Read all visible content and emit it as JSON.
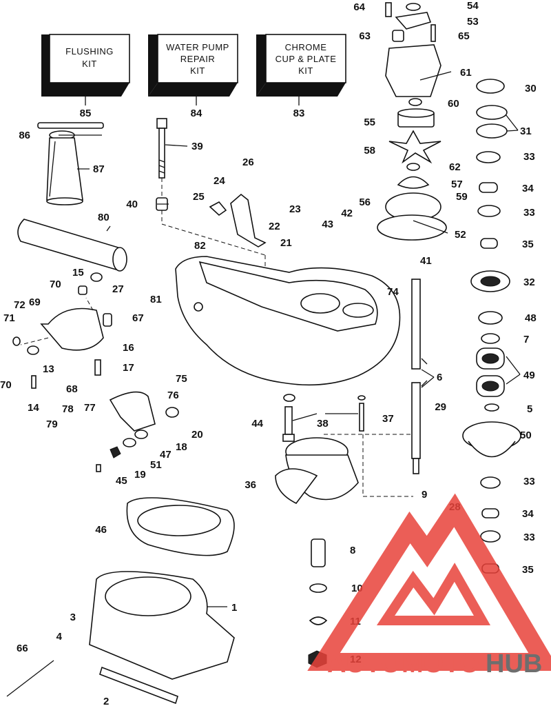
{
  "kits": [
    {
      "line1": "FLUSHING",
      "line2": "KIT",
      "line3": "",
      "num": "85"
    },
    {
      "line1": "WATER PUMP",
      "line2": "REPAIR",
      "line3": "KIT",
      "num": "84"
    },
    {
      "line1": "CHROME",
      "line2": "CUP & PLATE",
      "line3": "KIT",
      "num": "83"
    }
  ],
  "callouts": [
    "64",
    "54",
    "53",
    "63",
    "65",
    "61",
    "30",
    "31",
    "60",
    "55",
    "33",
    "58",
    "62",
    "34",
    "57",
    "59",
    "56",
    "33",
    "42",
    "43",
    "52",
    "35",
    "41",
    "32",
    "74",
    "48",
    "7",
    "49",
    "6",
    "29",
    "5",
    "50",
    "9",
    "28",
    "33",
    "34",
    "33",
    "35",
    "86",
    "87",
    "39",
    "26",
    "24",
    "25",
    "40",
    "23",
    "22",
    "21",
    "80",
    "82",
    "15",
    "27",
    "70",
    "81",
    "72",
    "69",
    "71",
    "67",
    "16",
    "70",
    "13",
    "17",
    "14",
    "68",
    "75",
    "76",
    "79",
    "78",
    "77",
    "20",
    "18",
    "47",
    "51",
    "19",
    "45",
    "38",
    "44",
    "37",
    "36",
    "46",
    "8",
    "10",
    "1",
    "3",
    "11",
    "4",
    "66",
    "12",
    "2"
  ],
  "watermark": {
    "auto": "AUTO",
    "moto": "MOTO",
    "hub": "HUB",
    "accent": "#e8423a",
    "dark": "#555555"
  }
}
